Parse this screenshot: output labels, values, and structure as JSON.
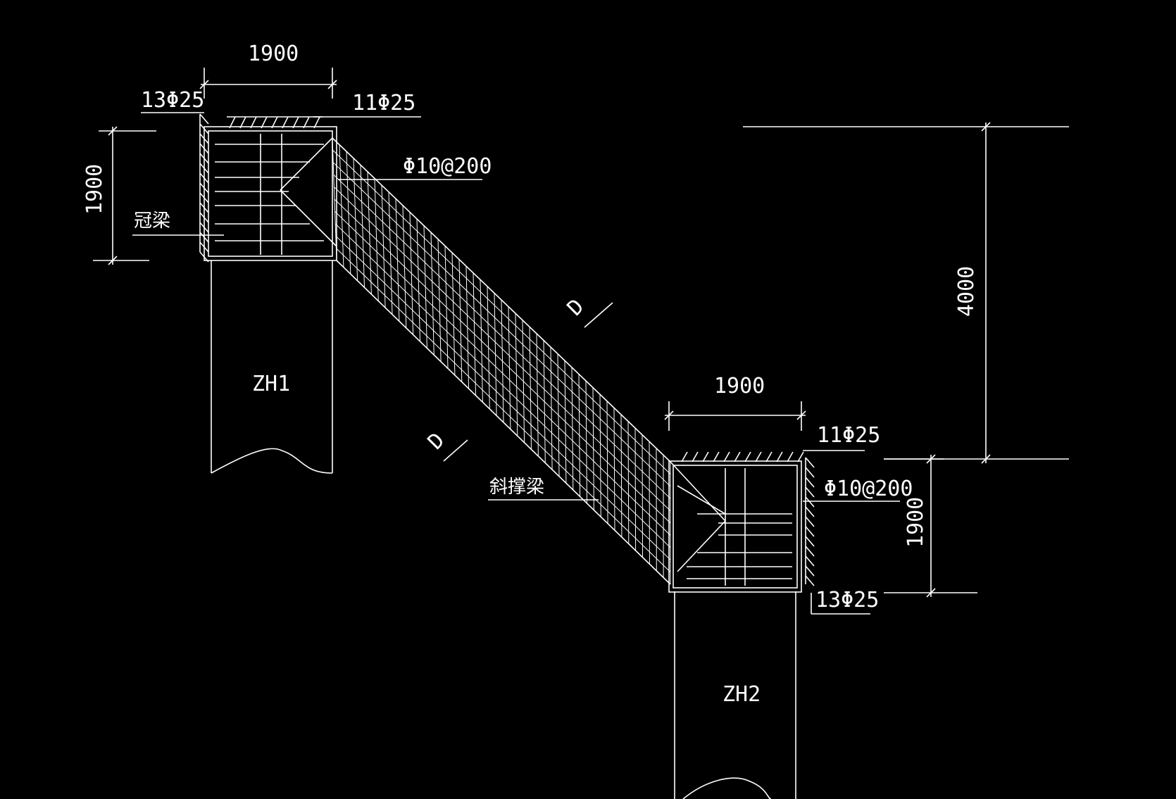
{
  "drawing": {
    "line_color": "#ffffff",
    "background_color": "#000000"
  },
  "labels": {
    "top_width_dim": "1900",
    "left_height_dim": "1900",
    "zh1_top_rebar": "11Φ25",
    "zh1_side_rebar": "13Φ25",
    "zh1_stirrup": "Φ10@200",
    "crown_beam": "冠梁",
    "pile_zh1": "ZH1",
    "right_width_dim": "1900",
    "right_height_dim": "1900",
    "elevation_dim": "4000",
    "zh2_top_rebar": "11Φ25",
    "zh2_side_rebar": "13Φ25",
    "zh2_stirrup": "Φ10@200",
    "diagonal_beam": "斜撑梁",
    "pile_zh2": "ZH2",
    "section_mark_upper": "D",
    "section_mark_lower": "D"
  }
}
